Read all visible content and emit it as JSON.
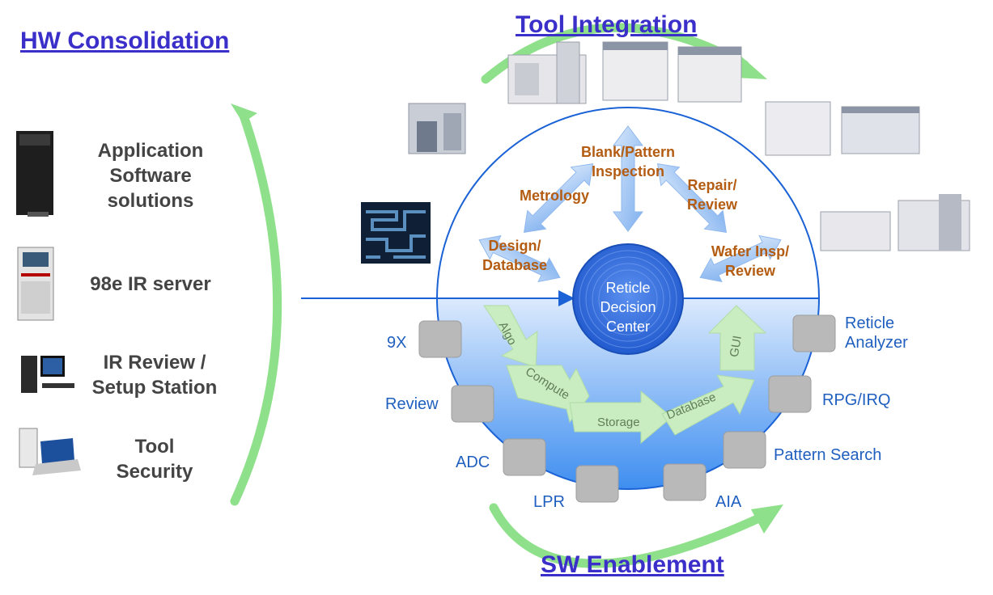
{
  "headings": {
    "hw": "HW Consolidation",
    "tool": "Tool Integration",
    "sw": "SW Enablement"
  },
  "hw_items": [
    {
      "label_lines": [
        "Application",
        "Software",
        "solutions"
      ],
      "icon": "server-tower-icon"
    },
    {
      "label_lines": [
        "98e IR server"
      ],
      "icon": "server-cabinet-icon"
    },
    {
      "label_lines": [
        "IR Review /",
        "Setup Station"
      ],
      "icon": "desktop-workstation-icon"
    },
    {
      "label_lines": [
        "Tool",
        "Security"
      ],
      "icon": "pc-laptop-icon"
    }
  ],
  "center": [
    "Reticle",
    "Decision",
    "Center"
  ],
  "tool_categories": [
    {
      "lines": [
        "Blank/Pattern",
        "Inspection"
      ]
    },
    {
      "lines": [
        "Metrology"
      ]
    },
    {
      "lines": [
        "Repair/",
        "Review"
      ]
    },
    {
      "lines": [
        "Design/",
        "Database"
      ]
    },
    {
      "lines": [
        "Wafer Insp/",
        "Review"
      ]
    }
  ],
  "flow_steps": [
    "Algo",
    "Compute",
    "Storage",
    "Database",
    "GUI"
  ],
  "sw_modules": {
    "left": [
      "9X",
      "Review",
      "ADC",
      "LPR"
    ],
    "right": [
      "AIA",
      "Pattern Search",
      "RPG/IRQ",
      "Reticle",
      "Analyzer"
    ]
  },
  "colors": {
    "heading": "#3b2fc9",
    "category_text": "#b35c12",
    "module_text": "#1f5fbf",
    "circle_stroke": "#1a62d6",
    "center_fill": "#2f6fe0",
    "green_arrow": "#7dd87d",
    "module_box": "#b9b9b9"
  }
}
